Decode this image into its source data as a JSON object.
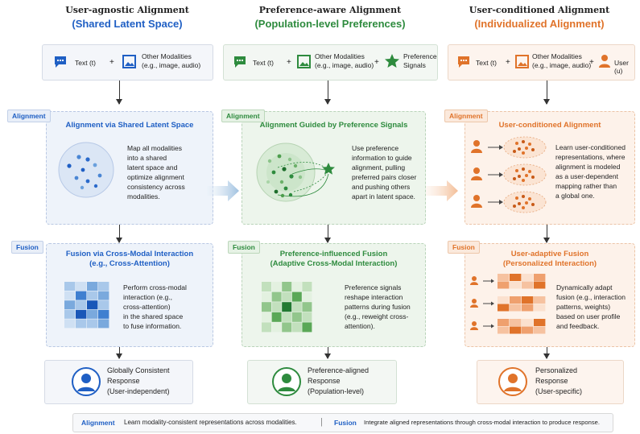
{
  "columns": [
    {
      "title": "User-agnostic Alignment",
      "subtitle": "(Shared Latent Space)",
      "color": "#1f5fc4",
      "inputs": {
        "text": "Text (t)",
        "plus1": "+",
        "other_l1": "Other Modalities",
        "other_l2": "(e.g., image, audio)",
        "plus2": "",
        "third_l1": "",
        "third_l2": ""
      },
      "align_tag": "Alignment",
      "align_title": "Alignment via Shared Latent Space",
      "align_text": [
        "Map all modalities",
        "into a shared",
        "latent space and",
        "optimize alignment",
        "consistency across",
        "modalities."
      ],
      "fusion_tag": "Fusion",
      "fusion_title": [
        "Fusion via Cross-Modal Interaction",
        "(e.g., Cross-Attention)"
      ],
      "fusion_text": [
        "Perform cross-modal",
        "interaction (e.g.,",
        "cross-attention)",
        "in the shared space",
        "to fuse information."
      ],
      "output": [
        "Globally Consistent",
        "Response",
        "(User-independent)"
      ]
    },
    {
      "title": "Preference-aware Alignment",
      "subtitle": "(Population-level Preferences)",
      "color": "#2e8b3e",
      "inputs": {
        "text": "Text (t)",
        "plus1": "+",
        "other_l1": "Other Modalities",
        "other_l2": "(e.g., image, audio)",
        "plus2": "+",
        "third_l1": "Preference",
        "third_l2": "Signals"
      },
      "align_tag": "Alignment",
      "align_title": "Alignment Guided by Preference Signals",
      "align_text": [
        "Use preference",
        "information to guide",
        "alignment, pulling",
        "preferred pairs closer",
        "and pushing others",
        "apart in latent space."
      ],
      "fusion_tag": "Fusion",
      "fusion_title": [
        "Preference-influenced Fusion",
        "(Adaptive Cross-Modal Interaction)"
      ],
      "fusion_text": [
        "Preference signals",
        "reshape interaction",
        "patterns during fusion",
        "(e.g., reweight cross-",
        "attention)."
      ],
      "output": [
        "Preference-aligned",
        "Response",
        "(Population-level)"
      ]
    },
    {
      "title": "User-conditioned Alignment",
      "subtitle": "(Individualized Alignment)",
      "color": "#e0732a",
      "inputs": {
        "text": "Text (t)",
        "plus1": "+",
        "other_l1": "Other Modalities",
        "other_l2": "(e.g., image, audio)",
        "plus2": "+",
        "third_l1": "User (u)",
        "third_l2": ""
      },
      "align_tag": "Alignment",
      "align_title": "User-conditioned Alignment",
      "align_text": [
        "Learn user-conditioned",
        "representations, where",
        "alignment is modeled",
        "as a user-dependent",
        "mapping rather than",
        "a global one."
      ],
      "fusion_tag": "Fusion",
      "fusion_title": [
        "User-adaptive Fusion",
        "(Personalized Interaction)"
      ],
      "fusion_text": [
        "Dynamically adapt",
        "fusion (e.g., interaction",
        "patterns, weights)",
        "based on user profile",
        "and feedback."
      ],
      "output": [
        "Personalized",
        "Response",
        "(User-specific)"
      ]
    }
  ],
  "legend": {
    "alignment_term": "Alignment",
    "alignment_desc": "Learn modality-consistent representations across modalities.",
    "separator": "|",
    "fusion_term": "Fusion",
    "fusion_desc": "Integrate aligned representations through cross-modal interaction to produce response."
  },
  "icons": [
    "chat-bubble-icon",
    "image-icon",
    "star-icon",
    "user-icon",
    "arrow-right-icon"
  ]
}
